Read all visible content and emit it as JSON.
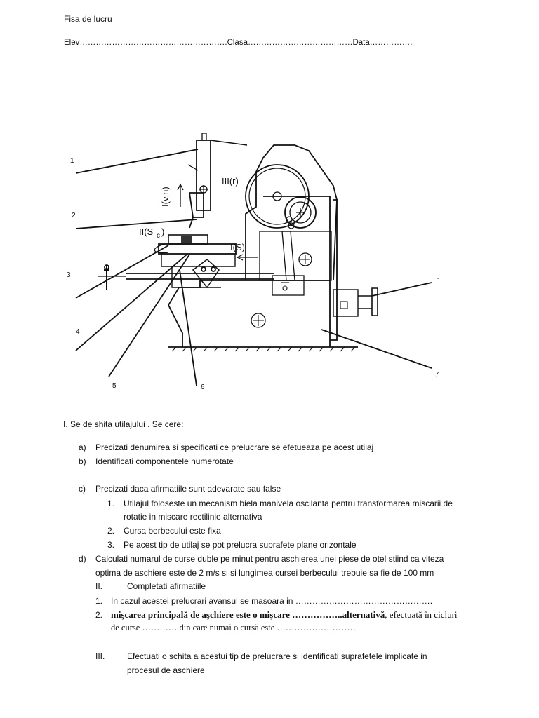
{
  "header": {
    "title": "Fisa de lucru",
    "student_line": "Elev……………………………………………….Clasa…………………………………Data……………."
  },
  "figure": {
    "callouts": [
      "1",
      "2",
      "3",
      "4",
      "5",
      "6",
      "7",
      "-"
    ],
    "motion_labels": [
      "III(r)",
      "I(v,n)",
      "II(S",
      "c",
      ")",
      "I(S)"
    ]
  },
  "section1": {
    "heading": "I. Se de shita utilajului . Se cere:",
    "a_marker": "a)",
    "a_text": "Precizati denumirea si specificati ce prelucrare se efetueaza pe acest utilaj",
    "b_marker": "b)",
    "b_text": "Identificati componentele numerotate",
    "c_marker": "c)",
    "c_text": "Precizati daca afirmatiile sunt adevarate sau false",
    "c1_marker": "1.",
    "c1_text_line1": "Utilajul foloseste un mecanism  biela manivela oscilanta pentru transformarea miscarii de",
    "c1_text_line2": "rotatie in miscare rectilinie alternativa",
    "c2_marker": "2.",
    "c2_text": "Cursa berbecului este fixa",
    "c3_marker": "3.",
    "c3_text": "Pe acest tip de utilaj se pot prelucra suprafete plane orizontale",
    "d_marker": "d)",
    "d_text_line1": "Calculati numarul de curse duble pe minut pentru aschierea unei piese de otel stiind ca viteza",
    "d_text_line2": "optima de aschiere este de 2 m/s si si lungimea cursei berbecului trebuie sa fie de 100 mm"
  },
  "section2": {
    "marker": "II.",
    "heading": "Completati afirmatiile",
    "i1_marker": "1.",
    "i1_text": "In cazul acestei prelucrari avansul se masoara in  ………………………………………….",
    "i2_marker": "2.",
    "i2_bold": "mişcarea principală de aşchiere este o mişcare ……………..alternativă",
    "i2_rest": ", efectuată în cicluri",
    "i2_line2": "de curse ………… din care numai o cursă este ………………………"
  },
  "section3": {
    "marker": "III.",
    "text_line1": "Efectuati o schita a acestui tip de prelucrare si identificati suprafetele implicate in",
    "text_line2": "procesul de aschiere"
  }
}
